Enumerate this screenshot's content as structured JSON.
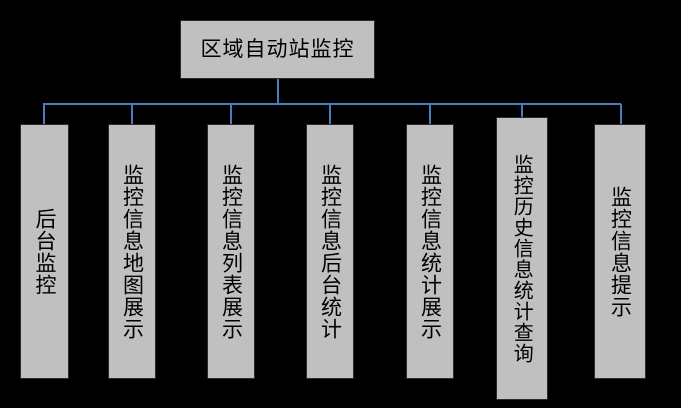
{
  "diagram": {
    "type": "org-chart",
    "background_color": "#000000",
    "node_fill_color": "#c0c0c0",
    "node_border_color": "#2b2b2b",
    "connector_color": "#4a7ebb",
    "text_color": "#000000",
    "text_orientation": "vertical",
    "root": {
      "label": "区域自动站监控"
    },
    "children": [
      {
        "label": "后台监控"
      },
      {
        "label": "监控信息地图展示"
      },
      {
        "label": "监控信息列表展示"
      },
      {
        "label": "监控信息后台统计"
      },
      {
        "label": "监控信息统计展示"
      },
      {
        "label": "监控历史信息统计查询"
      },
      {
        "label": "监控信息提示"
      }
    ]
  }
}
